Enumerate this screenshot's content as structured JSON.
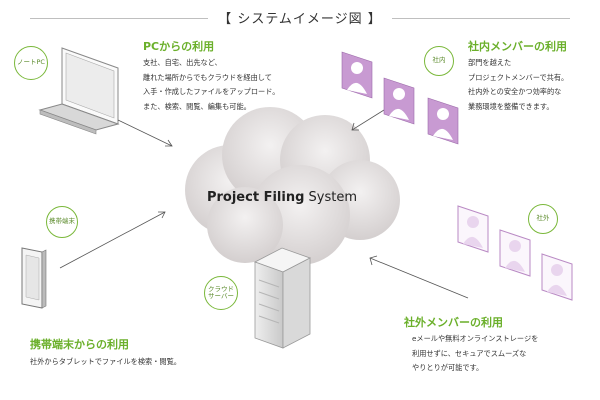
{
  "title": "【 システムイメージ図 】",
  "cloud": {
    "label_bold": "Project Filing",
    "label_rest": " System"
  },
  "badges": {
    "notebook": "ノートPC",
    "internal": "社内",
    "mobile": "携帯端末",
    "external": "社外",
    "server": "クラウド\nサーバー"
  },
  "sections": {
    "pc": {
      "heading": "PCからの利用",
      "lines": [
        "支社、自宅、出先など、",
        "離れた場所からでもクラウドを経由して",
        "入手・作成したファイルをアップロード。",
        "また、検索、閲覧、編集も可能。"
      ]
    },
    "internal": {
      "heading": "社内メンバーの利用",
      "lines": [
        "部門を越えた",
        "プロジェクトメンバーで共有。",
        "社内外との安全かつ効率的な",
        "業務環境を整備できます。"
      ]
    },
    "mobile": {
      "heading": "携帯端末からの利用",
      "lines": [
        "社外からタブレットでファイルを検索・閲覧。"
      ]
    },
    "external": {
      "heading": "社外メンバーの利用",
      "lines": [
        "eメールや無料オンラインストレージを",
        "利用せずに、セキュアでスムーズな",
        "やりとりが可能です。"
      ]
    }
  },
  "colors": {
    "accent": "#6bb02b",
    "avatar": "#c89ad2",
    "cloud": "#e2dede"
  }
}
